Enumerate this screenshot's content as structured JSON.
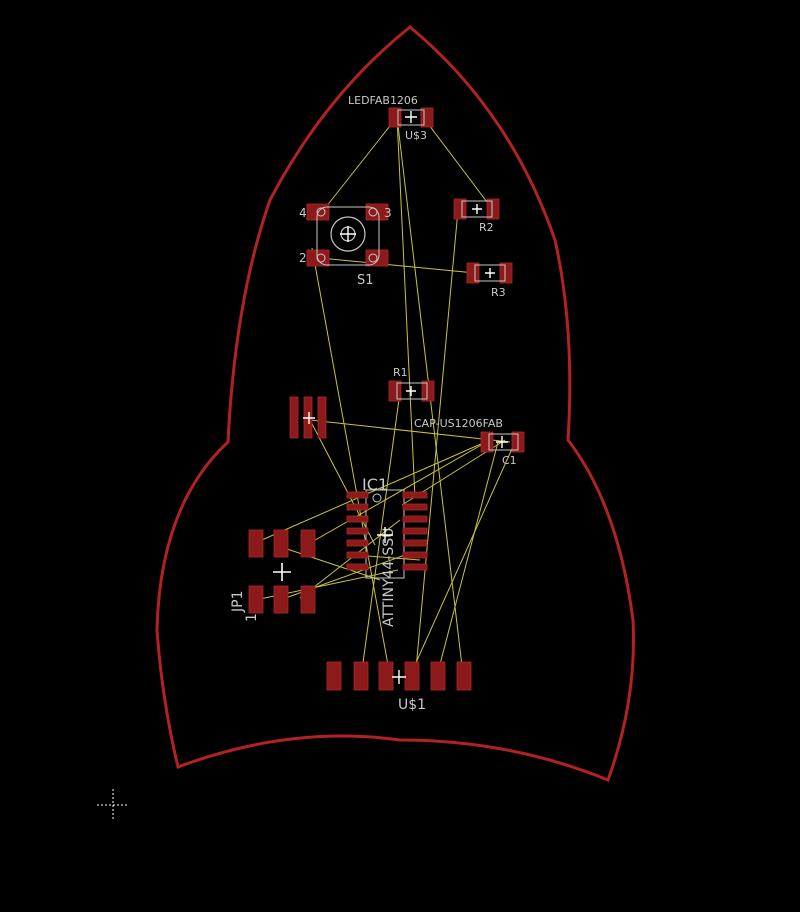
{
  "colors": {
    "background": "#000000",
    "outline": "#b22222",
    "pad": "#8c1a1a",
    "airwire": "#c9c43a",
    "silkscreen": "#c8c8c8"
  },
  "parts": {
    "led_value": "LEDFAB1206",
    "led_name": "U$3",
    "r2": "R2",
    "r3": "R3",
    "s1": "S1",
    "s1_pin4": "4",
    "s1_pin3": "3",
    "s1_pin2": "2",
    "r1": "R1",
    "cap_value": "CAP-US1206FAB",
    "c1": "C1",
    "ic_name": "IC1",
    "ic_value": "ATTINY44-SSU",
    "jp1": "JP1",
    "jp1_pin1": "1",
    "usb": "U$1"
  },
  "icons": {
    "origin_marker": "crosshair-icon",
    "part_origin": "plus-icon"
  }
}
